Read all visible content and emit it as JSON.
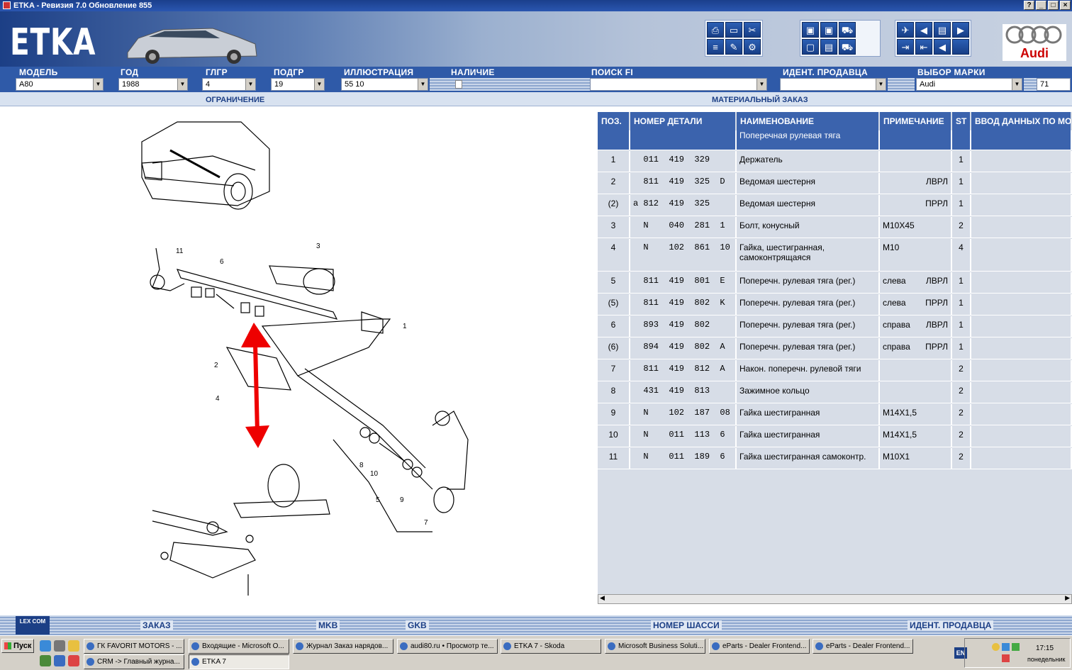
{
  "window": {
    "title": "ETKA - Ревизия 7.0 Обновление 855",
    "buttons": [
      "?",
      "_",
      "□",
      "×"
    ]
  },
  "header": {
    "logo": "ETKA",
    "brand": "Audi"
  },
  "fields": {
    "model": {
      "label": "МОДЕЛЬ",
      "value": "A80"
    },
    "year": {
      "label": "ГОД",
      "value": "1988"
    },
    "main_group": {
      "label": "ГЛГР",
      "value": "4"
    },
    "sub_group": {
      "label": "ПОДГР",
      "value": "19"
    },
    "illustration": {
      "label": "ИЛЛЮСТРАЦИЯ",
      "value": "55 10"
    },
    "availability": {
      "label": "НАЛИЧИЕ"
    },
    "search": {
      "label": "ПОИСК FI",
      "value": ""
    },
    "dealer": {
      "label": "ИДЕНТ. ПРОДАВЦА",
      "value": ""
    },
    "brand": {
      "label": "ВЫБОР МАРКИ",
      "value": "Audi",
      "extra": "71"
    }
  },
  "subheader": {
    "restriction": "ОГРАНИЧЕНИЕ",
    "order": "МАТЕРИАЛЬНЫЙ ЗАКАЗ"
  },
  "table": {
    "headers": [
      "ПОЗ.",
      "НОМЕР ДЕТАЛИ",
      "НАИМЕНОВАНИЕ",
      "ПРИМЕЧАНИЕ",
      "ST",
      "ВВОД ДАННЫХ ПО МО"
    ],
    "group": "Поперечная рулевая тяга",
    "rows": [
      {
        "pos": "1",
        "part": "  011  419  329",
        "name": "Держатель",
        "note": "",
        "side": "",
        "st": "1"
      },
      {
        "pos": "2",
        "part": "  811  419  325  D",
        "name": "Ведомая шестерня",
        "note": "",
        "side": "ЛВРЛ",
        "st": "1"
      },
      {
        "pos": "(2)",
        "part": "a 812  419  325",
        "name": "Ведомая шестерня",
        "note": "",
        "side": "ПРРЛ",
        "st": "1"
      },
      {
        "pos": "3",
        "part": "  N    040  281  1",
        "name": "Болт, конусный",
        "note": "M10X45",
        "side": "",
        "st": "2"
      },
      {
        "pos": "4",
        "part": "  N    102  861  10",
        "name": "Гайка, шестигранная,",
        "name2": "самоконтрящаяся",
        "note": "M10",
        "side": "",
        "st": "4"
      },
      {
        "pos": "5",
        "part": "  811  419  801  E",
        "name": "Поперечн. рулевая тяга (рег.)",
        "note": "слева",
        "side": "ЛВРЛ",
        "st": "1"
      },
      {
        "pos": "(5)",
        "part": "  811  419  802  K",
        "name": "Поперечн. рулевая тяга (рег.)",
        "note": "слева",
        "side": "ПРРЛ",
        "st": "1"
      },
      {
        "pos": "6",
        "part": "  893  419  802",
        "name": "Поперечн. рулевая тяга (рег.)",
        "note": "справа",
        "side": "ЛВРЛ",
        "st": "1"
      },
      {
        "pos": "(6)",
        "part": "  894  419  802  A",
        "name": "Поперечн. рулевая тяга (рег.)",
        "note": "справа",
        "side": "ПРРЛ",
        "st": "1"
      },
      {
        "pos": "7",
        "part": "  811  419  812  A",
        "name": "Након. поперечн. рулевой тяги",
        "note": "",
        "side": "",
        "st": "2"
      },
      {
        "pos": "8",
        "part": "  431  419  813",
        "name": "Зажимное кольцо",
        "note": "",
        "side": "",
        "st": "2"
      },
      {
        "pos": "9",
        "part": "  N    102  187  08",
        "name": "Гайка шестигранная",
        "note": "M14X1,5",
        "side": "",
        "st": "2"
      },
      {
        "pos": "10",
        "part": "  N    011  113  6",
        "name": "Гайка шестигранная",
        "note": "M14X1,5",
        "side": "",
        "st": "2"
      },
      {
        "pos": "11",
        "part": "  N    011  189  6",
        "name": "Гайка шестигранная самоконтр.",
        "note": "M10X1",
        "side": "",
        "st": "2"
      }
    ]
  },
  "diagram": {
    "callouts": [
      "1",
      "2",
      "3",
      "4",
      "5",
      "6",
      "7",
      "8",
      "9",
      "10",
      "11"
    ]
  },
  "footer": {
    "lexcom": "LEX COM",
    "order": "ЗАКАЗ",
    "mkb": "MKB",
    "gkb": "GKB",
    "chassis": "НОМЕР ШАССИ",
    "dealer": "ИДЕНТ. ПРОДАВЦА"
  },
  "taskbar": {
    "start": "Пуск",
    "tasks_top": [
      "ГК FAVORIT MOTORS - ...",
      "Входящие - Microsoft O...",
      "Журнал Заказ нарядов...",
      "audi80.ru • Просмотр те...",
      "ETKA 7 - Skoda",
      "Microsoft Business Soluti...",
      "eParts - Dealer Frontend...",
      "eParts - Dealer Frontend..."
    ],
    "tasks_bottom": [
      "CRM -> Главный журна...",
      "ETKA 7"
    ],
    "lang": "EN",
    "time": "17:15",
    "day": "понедельник"
  }
}
